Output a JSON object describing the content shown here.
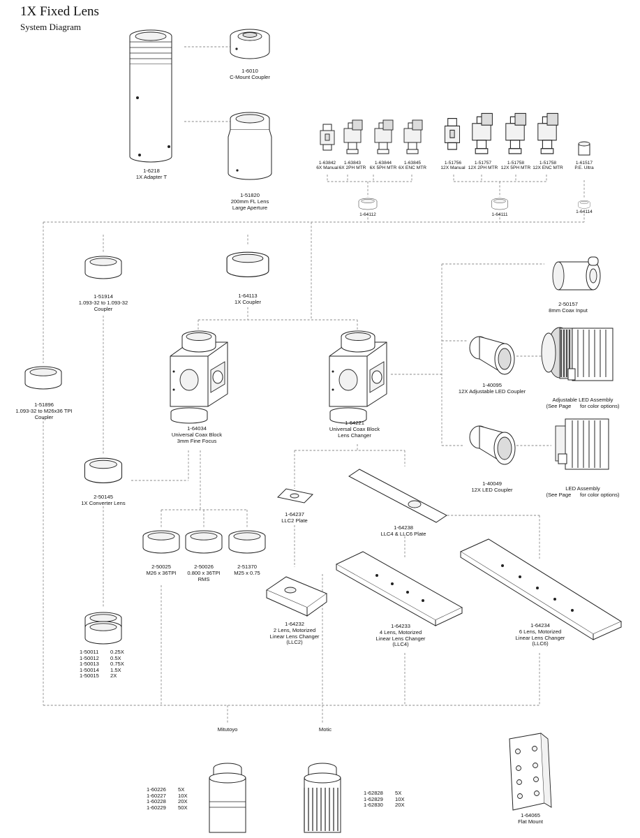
{
  "header": {
    "title": "1X Fixed Lens",
    "subtitle": "System Diagram"
  },
  "parts": {
    "p6218": {
      "id": "1-6218",
      "name": "1X Adapter T"
    },
    "p6010": {
      "id": "1-6010",
      "name": "C-Mount Coupler"
    },
    "p51820": {
      "id": "1-51820",
      "name": "200mm FL Lens\nLarge Aperture"
    },
    "p63842": {
      "id": "1-63842",
      "name": "6X Manual"
    },
    "p63843": {
      "id": "1-63843",
      "name": "6X 2PH MTR"
    },
    "p63844": {
      "id": "1-63844",
      "name": "6X 5PH MTR"
    },
    "p63845": {
      "id": "1-63845",
      "name": "6X ENC MTR"
    },
    "p51756": {
      "id": "1-51756",
      "name": "12X Manual"
    },
    "p51757": {
      "id": "1-51757",
      "name": "12X 2PH MTR"
    },
    "p51758a": {
      "id": "1-51758",
      "name": "12X 5PH MTR"
    },
    "p51758b": {
      "id": "1-51758",
      "name": "12X ENC MTR"
    },
    "p61517": {
      "id": "1-61517",
      "name": "P.E. Ultra"
    },
    "p64112": {
      "id": "1-64112"
    },
    "p64111": {
      "id": "1-64111"
    },
    "p64114": {
      "id": "1-64114"
    },
    "p51914": {
      "id": "1-51914",
      "name": "1.093-32 to 1.093-32\nCoupler"
    },
    "p64113": {
      "id": "1-64113",
      "name": "1X Coupler"
    },
    "p50157": {
      "id": "2-50157",
      "name": "8mm Coax Input"
    },
    "p51896": {
      "id": "1-51896",
      "name": "1.093-32 to M26x36 TPI\nCoupler"
    },
    "p64034": {
      "id": "1-64034",
      "name": "Universal Coax Block\n3mm Fine Focus"
    },
    "p64221": {
      "id": "1-64221",
      "name": "Universal Coax Block\nLens Changer"
    },
    "p40095": {
      "id": "1-40095",
      "name": "12X Adjustable LED Coupler"
    },
    "adjLed": {
      "name": "Adjustable LED Assembly",
      "note": "(See Page      for color options)"
    },
    "p40049": {
      "id": "1-40049",
      "name": "12X LED Coupler"
    },
    "led": {
      "name": "LED Assembly",
      "note": "(See Page      for color options)"
    },
    "p50145": {
      "id": "2-50145",
      "name": "1X Converter Lens"
    },
    "p64237": {
      "id": "1-64237",
      "name": "LLC2 Plate"
    },
    "p64238": {
      "id": "1-64238",
      "name": "LLC4 & LLC6 Plate"
    },
    "p50025": {
      "id": "2-50025",
      "name": "M26 x 36TPI"
    },
    "p50026": {
      "id": "2-50026",
      "name": "0.800 x 36TPI\nRMS"
    },
    "p51370": {
      "id": "2-51370",
      "name": "M25 x 0.75"
    },
    "p64232": {
      "id": "1-64232",
      "name": "2 Lens, Motorized\nLinear Lens Changer\n(LLC2)"
    },
    "p64233": {
      "id": "1-64233",
      "name": "4 Lens, Motorized\nLinear Lens Changer\n(LLC4)"
    },
    "p64234": {
      "id": "1-64234",
      "name": "6 Lens, Motorized\nLinear Lens Changer\n(LLC6)"
    },
    "p64065": {
      "id": "1-64065",
      "name": "Flat Mount"
    }
  },
  "aux_lenses": {
    "ids": "1-50011\n1-50012\n1-50013\n1-50014\n1-50015",
    "mags": "0.25X\n0.5X\n0.75X\n1.5X\n2X"
  },
  "objectives": {
    "mitutoyo": {
      "label": "Mitutoyo",
      "ids": "1-60226\n1-60227\n1-60228\n1-60229",
      "mags": "5X\n10X\n20X\n50X"
    },
    "motic": {
      "label": "Motic",
      "ids": "1-62828\n1-62829\n1-62830",
      "mags": "5X\n10X\n20X"
    }
  }
}
